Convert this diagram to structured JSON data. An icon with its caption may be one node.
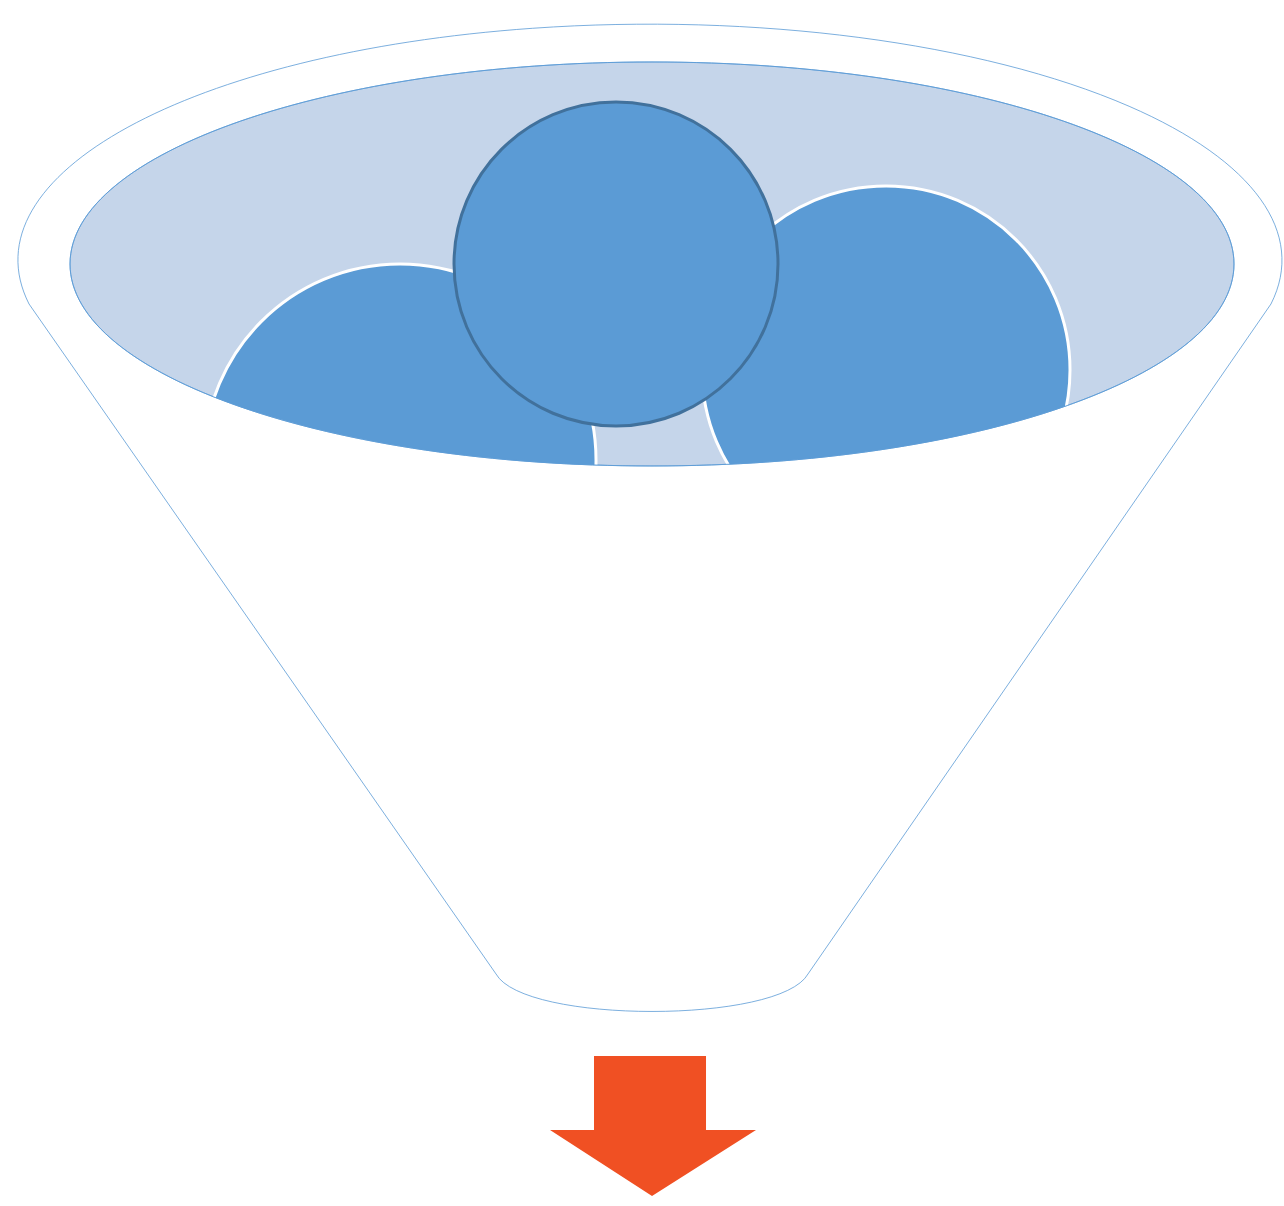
{
  "diagram": {
    "nodes": [
      {
        "text": [],
        "shape": "funnel"
      },
      {
        "text": [],
        "shape": "circle",
        "in": 0
      },
      {
        "text": [],
        "shape": "circle",
        "in": 0
      },
      {
        "text": [],
        "shape": "circle",
        "in": 0
      }
    ]
  }
}
